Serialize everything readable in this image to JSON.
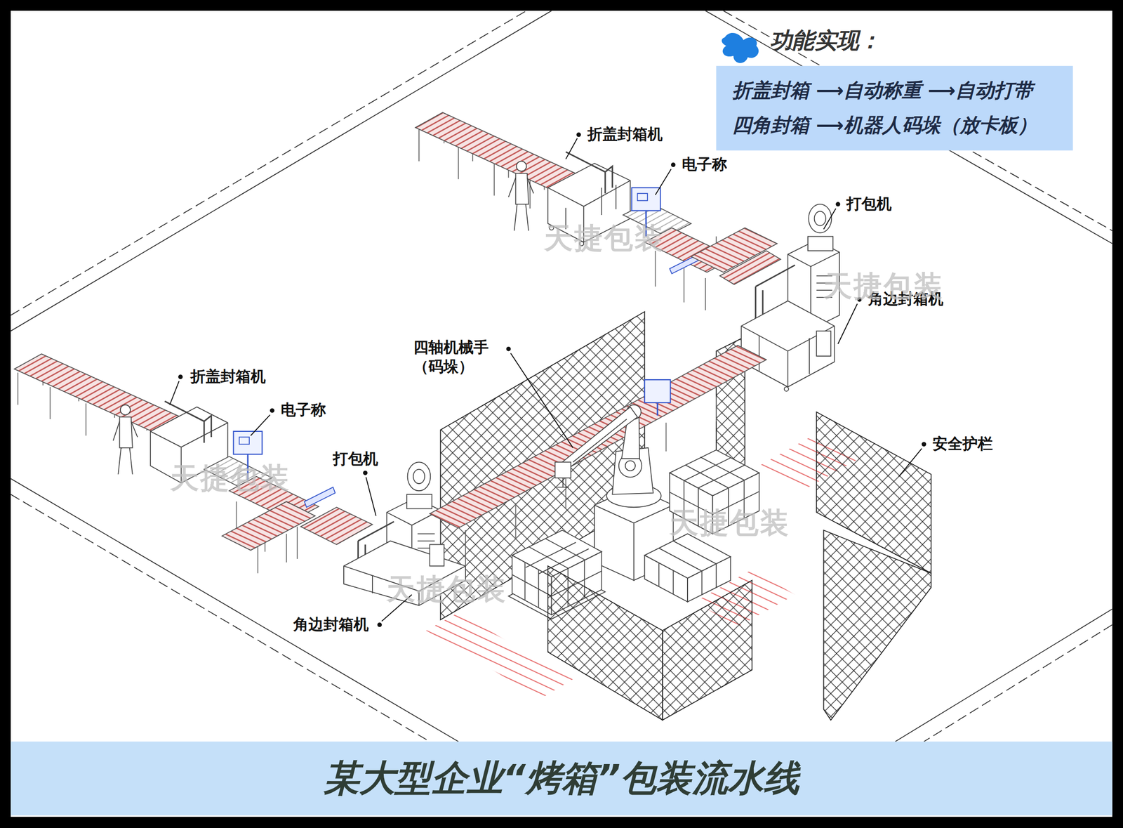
{
  "diagram": {
    "title": "某大型企业“烤箱”包装流水线",
    "nodes": [
      {
        "text": [
          "功能实现：",
          "折盖封箱 ⟶自动称重 ⟶自动打带",
          "四角封箱 ⟶机器人码垛（放卡板）"
        ]
      }
    ],
    "labels": [
      "折盖封箱机",
      "电子称",
      "打包机",
      "角边封箱机",
      "四轴机械手 （码垛）",
      "折盖封箱机",
      "电子称",
      "打包机",
      "角边封箱机",
      "安全护栏",
      "天捷包装",
      "天捷包装",
      "天捷包装",
      "天捷包装",
      "天捷包装"
    ]
  }
}
